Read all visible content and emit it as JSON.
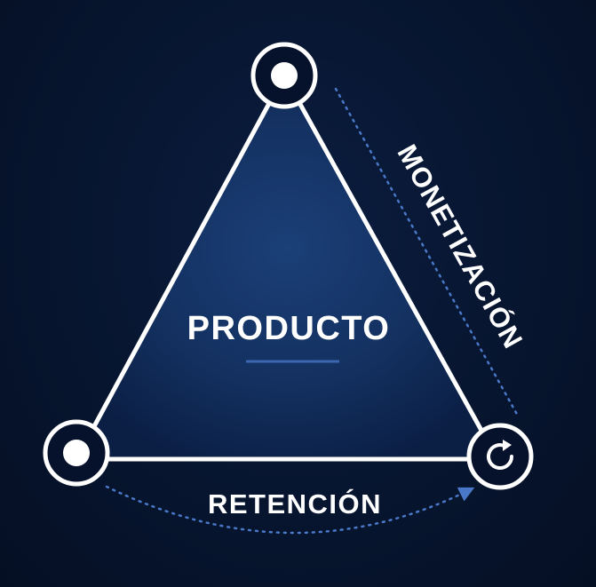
{
  "diagram": {
    "center_label": "PRODUCTO",
    "edge_right_label": "MONETIZACIÓN",
    "edge_bottom_label": "RETENCIÓN",
    "nodes": [
      {
        "id": "top",
        "icon": "dot-icon"
      },
      {
        "id": "bottom-left",
        "icon": "dot-icon"
      },
      {
        "id": "bottom-right",
        "icon": "refresh-cycle-icon"
      }
    ],
    "colors": {
      "background": "#06122b",
      "triangle_fill": "#13305f",
      "stroke": "#ffffff",
      "accent": "#4a78c8"
    }
  }
}
